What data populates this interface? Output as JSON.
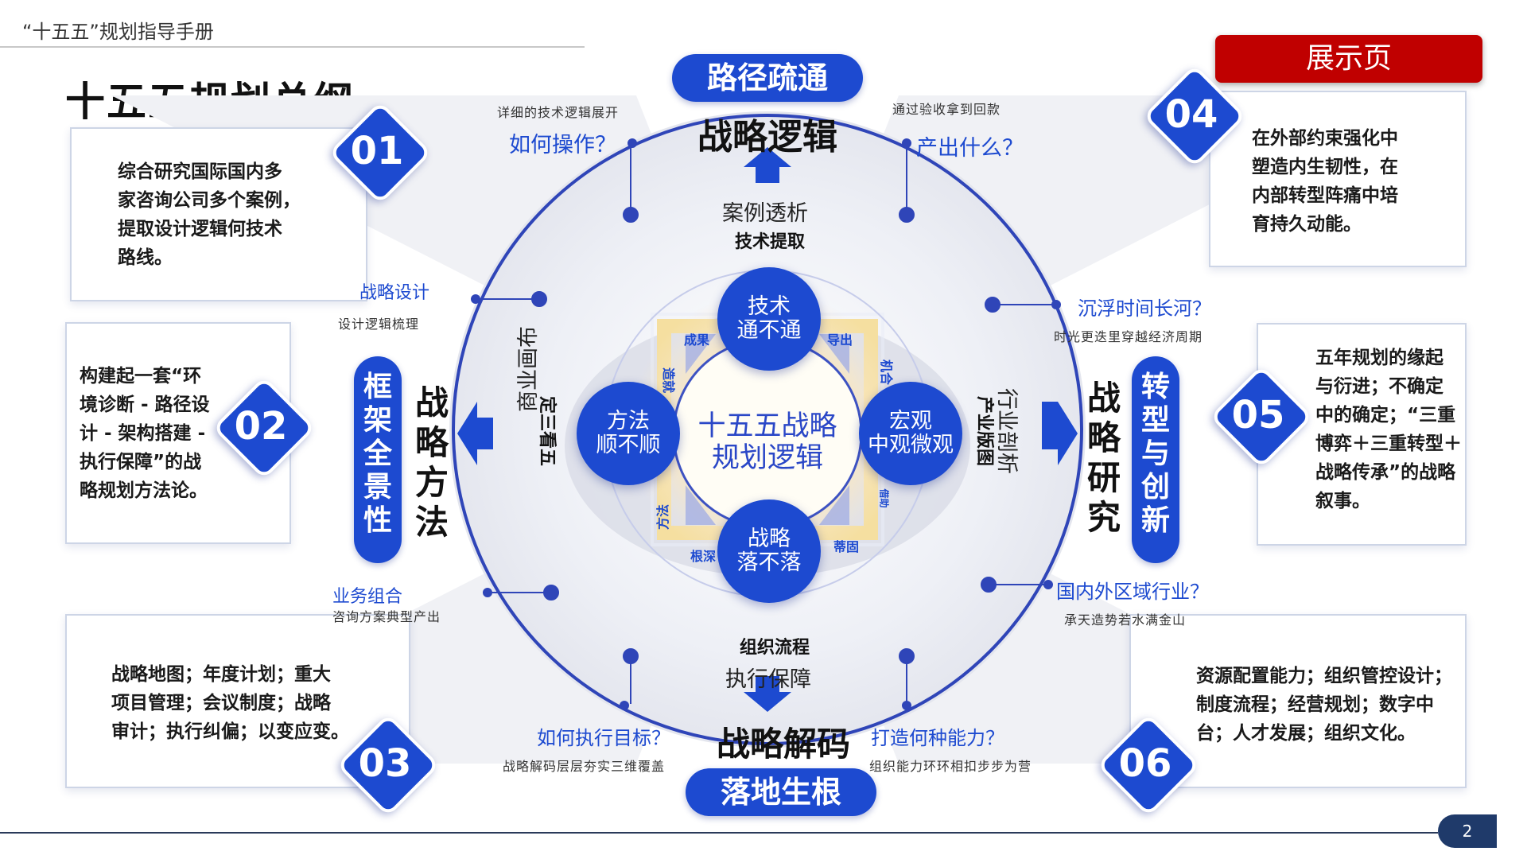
{
  "header": {
    "manual_title": "“十五五”规划指导手册"
  },
  "title": "十五五规划总纲",
  "show_badge": "展示页",
  "page_number": "2",
  "center": {
    "line1": "十五五战略",
    "line2": "规划逻辑"
  },
  "top": {
    "pill": "路径疏通",
    "heading": "战略逻辑",
    "left_note": "详细的技术逻辑展开",
    "left_q": "如何操作？",
    "right_note": "通过验收拿到回款",
    "right_q": "产出什么？",
    "ring_line1": "案例透析",
    "ring_line2": "技术提取"
  },
  "bottom": {
    "pill": "落地生根",
    "heading": "战略解码",
    "left_q": "如何执行目标？",
    "left_note": "战略解码层层夯实三维覆盖",
    "right_q": "打造何种能力？",
    "right_note": "组织能力环环相扣步步为营",
    "ring_line1": "组织流程",
    "ring_line2": "执行保障"
  },
  "left": {
    "vpill": "框架全景性",
    "heading": "战略方法",
    "ring_a": "商业画布",
    "ring_b": "定三看五",
    "upper_q": "战略设计",
    "upper_note": "设计逻辑梳理",
    "lower_q": "业务组合",
    "lower_note": "咨询方案典型产出"
  },
  "right": {
    "vpill": "转型与创新",
    "heading": "战略研究",
    "ring_a": "行业剖析",
    "ring_b": "产业版图",
    "upper_q": "沉浮时间长河？",
    "upper_note": "时光更迭里穿越经济周期",
    "lower_q": "国内外区域行业？",
    "lower_note": "承天造势若水满金山"
  },
  "nodes": {
    "top": {
      "l1": "技术",
      "l2": "通不通"
    },
    "left": {
      "l1": "方法",
      "l2": "顺不顺"
    },
    "right": {
      "l1": "宏观",
      "l2": "中观微观"
    },
    "bottom": {
      "l1": "战略",
      "l2": "落不落"
    }
  },
  "small_labels": {
    "chengguo": "成果",
    "daochu": "导出",
    "zaojiu": "造就",
    "jihe": "机合",
    "fangfa": "方法",
    "jiezhu": "借助",
    "genshen": "根深",
    "digu": "蒂固"
  },
  "panels": [
    {
      "num": "01",
      "text": [
        "综合研究国际国内多",
        "家咨询公司多个案例，",
        "提取设计逻辑何技术",
        "路线。"
      ]
    },
    {
      "num": "02",
      "text": [
        "构建起一套“环",
        "境诊断 - 路径设",
        "计 - 架构搭建 -",
        "执行保障”的战",
        "略规划方法论。"
      ]
    },
    {
      "num": "03",
      "text": [
        "战略地图；年度计划；重大",
        "项目管理；会议制度；战略",
        "审计；执行纠偏；以变应变。"
      ]
    },
    {
      "num": "04",
      "text": [
        "在外部约束强化中",
        "塑造内生韧性，在",
        "内部转型阵痛中培",
        "育持久动能。"
      ]
    },
    {
      "num": "05",
      "text": [
        "五年规划的缘起",
        "与衍进；不确定",
        "中的确定；“三重",
        "博弈＋三重转型＋",
        "战略传承”的战略",
        "叙事。"
      ]
    },
    {
      "num": "06",
      "text": [
        "资源配置能力；组织管控设计；",
        "制度流程；经营规划；数字中",
        "台；人才发展；组织文化。"
      ]
    }
  ],
  "colors": {
    "primary": "#1d4ad0",
    "badge_red": "#c00000",
    "page_tag": "#1f3a6a"
  }
}
